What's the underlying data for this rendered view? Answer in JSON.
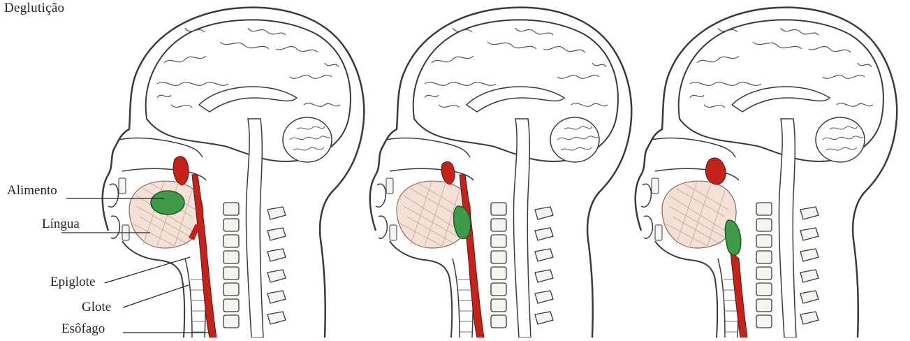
{
  "title": "Deglutição",
  "labels": {
    "alimento": "Alimento",
    "lingua": "Língua",
    "epiglote": "Epiglote",
    "glote": "Glote",
    "esofago": "Esôfago"
  },
  "panels": [
    {
      "stage": 1,
      "bolus": "mouth"
    },
    {
      "stage": 2,
      "bolus": "pharynx"
    },
    {
      "stage": 3,
      "bolus": "esophagus"
    }
  ],
  "colors": {
    "outline": "#3a3a3a",
    "food_bolus": "#3f9a4a",
    "airway_red": "#c4231c",
    "tissue": "#e8b8a8",
    "bone": "#f4f4f0"
  }
}
